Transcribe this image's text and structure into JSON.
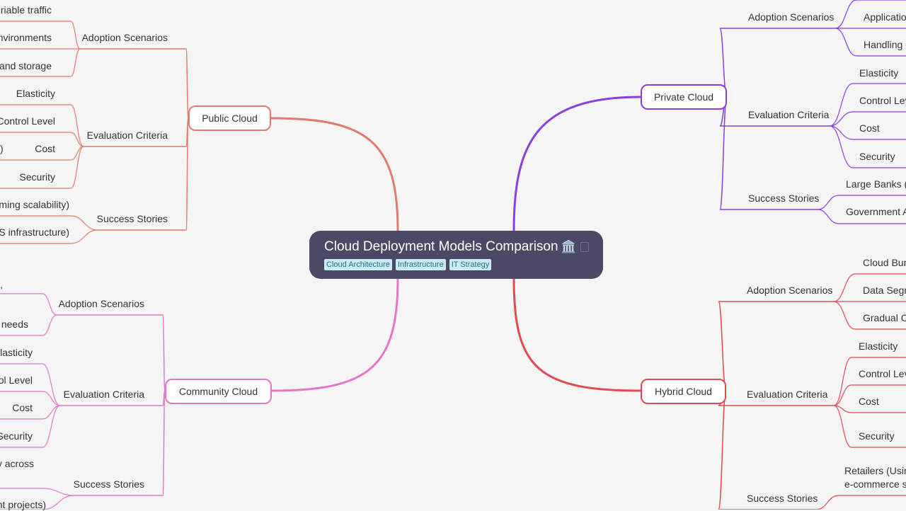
{
  "root": {
    "title": "Cloud Deployment Models Comparison",
    "icon": "bank-building-icon",
    "tags": [
      "Cloud Architecture",
      "Infrastructure",
      "IT Strategy"
    ]
  },
  "branches": {
    "public": {
      "label": "Public Cloud",
      "color": "#e07a72",
      "adoption": "Adoption Scenarios",
      "adoption_items": [
        "riable traffic",
        "nvironments",
        "and storage"
      ],
      "criteria": "Evaluation Criteria",
      "criteria_items": [
        "Elasticity",
        "Control Level",
        "Cost",
        "Security"
      ],
      "criteria_extra": ")",
      "stories": "Success Stories",
      "stories_items": [
        "ming scalability)",
        "S infrastructure)"
      ]
    },
    "private": {
      "label": "Private Cloud",
      "color": "#8b3fe0",
      "adoption": "Adoption Scenarios",
      "adoption_items": [
        "Applicatio",
        "Handling c"
      ],
      "criteria": "Evaluation Criteria",
      "criteria_items": [
        "Elasticity",
        "Control Lev",
        "Cost",
        "Security"
      ],
      "stories": "Success Stories",
      "stories_items": [
        "Large Banks (e",
        "Government A"
      ]
    },
    "community": {
      "label": "Community Cloud",
      "color": "#e476c8",
      "adoption": "Adoption Scenarios",
      "adoption_items": [
        ",",
        "y needs"
      ],
      "criteria": "Evaluation Criteria",
      "criteria_items": [
        "lasticity",
        "ol Level",
        "Cost",
        "Security"
      ],
      "stories": "Success Stories",
      "stories_items": [
        "y across",
        "nt projects)"
      ]
    },
    "hybrid": {
      "label": "Hybrid Cloud",
      "color": "#e04b52",
      "adoption": "Adoption Scenarios",
      "adoption_items": [
        "Cloud Burs",
        "Data Segre",
        "Gradual Cl"
      ],
      "criteria": "Evaluation Criteria",
      "criteria_items": [
        "Elasticity",
        "Control Lev",
        "Cost",
        "Security"
      ],
      "stories": "Success Stories",
      "stories_items": [
        "Retailers (Usin",
        "e-commerce sp"
      ]
    }
  }
}
